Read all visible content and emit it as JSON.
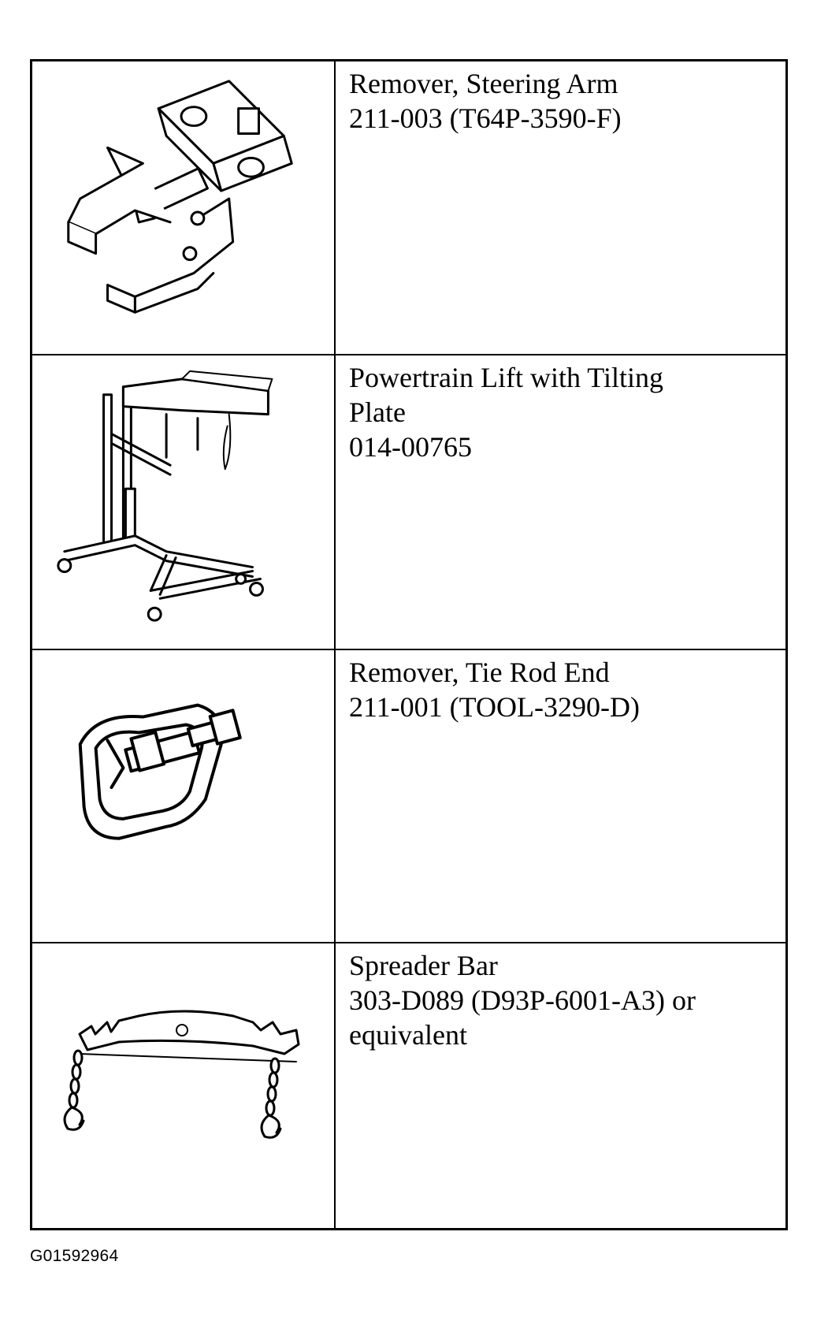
{
  "tools": [
    {
      "icon": "steering-arm-remover-icon",
      "lines": [
        "Remover, Steering Arm",
        "211-003 (T64P-3590-F)"
      ]
    },
    {
      "icon": "powertrain-lift-icon",
      "lines": [
        "Powertrain Lift with Tilting",
        "Plate",
        "014-00765"
      ]
    },
    {
      "icon": "tie-rod-end-remover-icon",
      "lines": [
        "Remover, Tie Rod End",
        "211-001 (TOOL-3290-D)"
      ]
    },
    {
      "icon": "spreader-bar-icon",
      "lines": [
        "Spreader Bar",
        "303-D089 (D93P-6001-A3) or",
        "equivalent"
      ]
    }
  ],
  "figure_id": "G01592964"
}
